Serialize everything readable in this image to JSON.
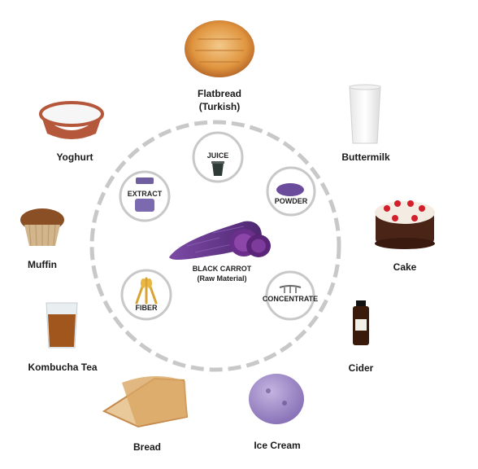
{
  "center": {
    "line1": "BLACK CARROT",
    "line2": "(Raw Material)"
  },
  "products": {
    "juice": "JUICE",
    "powder": "POWDER",
    "concentrate": "CONCENTRATE",
    "fiber": "FIBER",
    "extract": "EXTRACT"
  },
  "foods": {
    "flatbread_line1": "Flatbread",
    "flatbread_line2": "(Turkish)",
    "buttermilk": "Buttermilk",
    "cake": "Cake",
    "cider": "Cider",
    "ice_cream": "Ice Cream",
    "bread": "Bread",
    "kombucha_tea": "Kombucha Tea",
    "muffin": "Muffin",
    "yoghurt": "Yoghurt"
  },
  "colors": {
    "ring": "#c8c8c8",
    "carrot": "#6a3a8f",
    "powder": "#6b4b9c",
    "ice_cream": "#9b86c4"
  }
}
